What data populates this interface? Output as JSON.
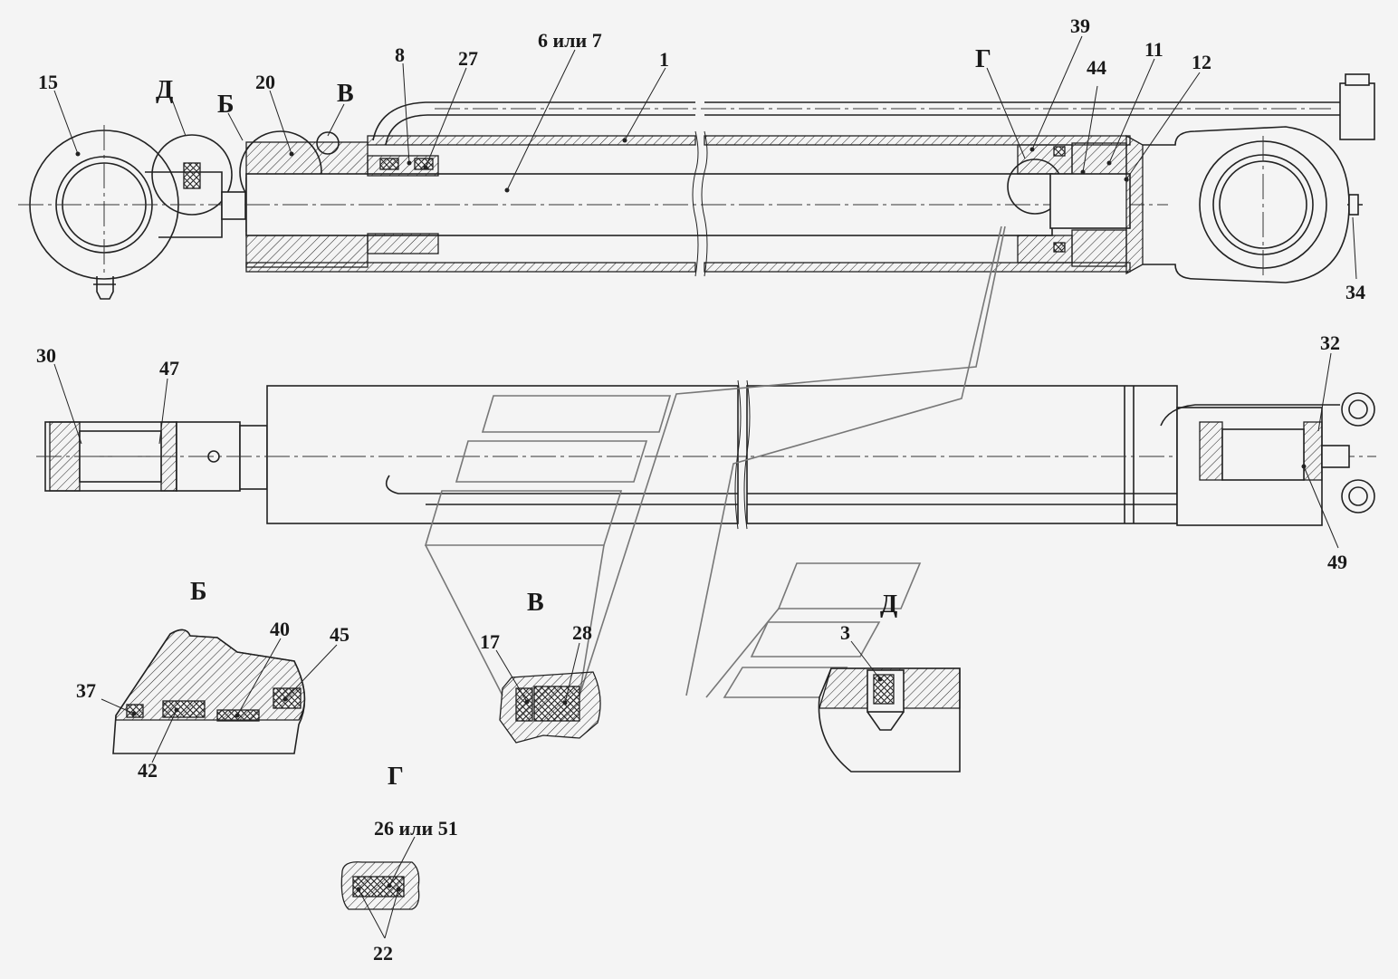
{
  "drawing": {
    "callouts": [
      {
        "id": "c15",
        "text": "15"
      },
      {
        "id": "cD",
        "text": "Д"
      },
      {
        "id": "cB",
        "text": "Б"
      },
      {
        "id": "c20",
        "text": "20"
      },
      {
        "id": "cV",
        "text": "В"
      },
      {
        "id": "c8",
        "text": "8"
      },
      {
        "id": "c27",
        "text": "27"
      },
      {
        "id": "c6",
        "text": "6 или 7"
      },
      {
        "id": "c1",
        "text": "1"
      },
      {
        "id": "cG",
        "text": "Г"
      },
      {
        "id": "c39",
        "text": "39"
      },
      {
        "id": "c44",
        "text": "44"
      },
      {
        "id": "c11",
        "text": "11"
      },
      {
        "id": "c12",
        "text": "12"
      },
      {
        "id": "c34",
        "text": "34"
      },
      {
        "id": "c30",
        "text": "30"
      },
      {
        "id": "c47",
        "text": "47"
      },
      {
        "id": "c32",
        "text": "32"
      },
      {
        "id": "c49",
        "text": "49"
      }
    ],
    "details": {
      "b": {
        "title": "Б",
        "labels": [
          "37",
          "40",
          "45",
          "42"
        ]
      },
      "v": {
        "title": "В",
        "labels": [
          "17",
          "28"
        ]
      },
      "d": {
        "title": "Д",
        "labels": [
          "3"
        ]
      },
      "g": {
        "title": "Г",
        "labels": [
          "26 или 51",
          "22"
        ]
      }
    }
  }
}
